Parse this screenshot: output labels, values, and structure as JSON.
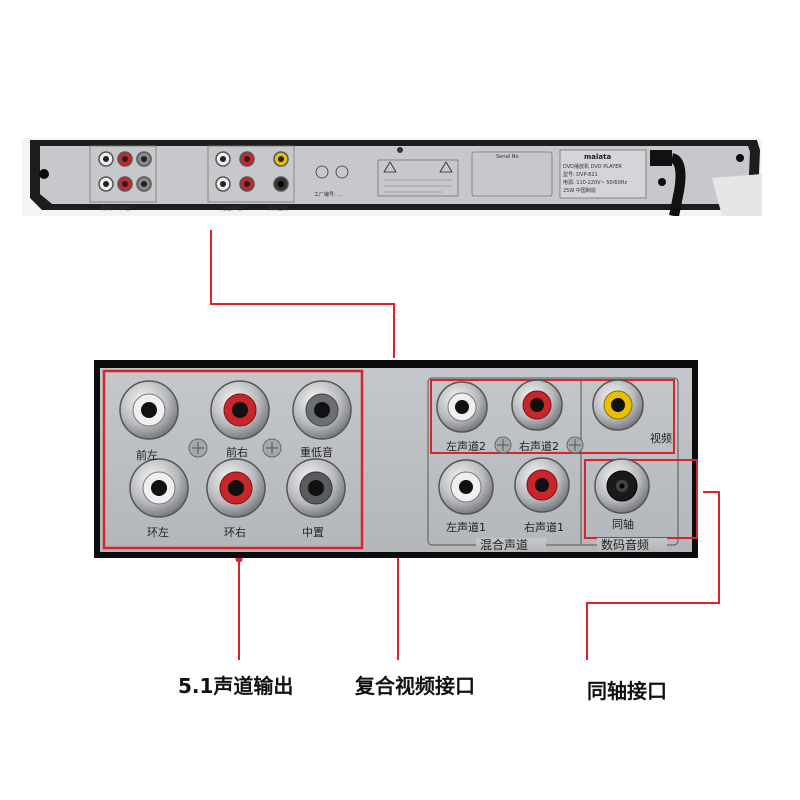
{
  "top_panel": {
    "serial_label": "Serial No",
    "brand": "malata",
    "product_line1": "DVD播放机 DVD PLAYER",
    "product_line2": "型号: DVP-821",
    "product_line3": "电源: 110-220V~ 50/60Hz",
    "product_line4": "25W 中国制造",
    "group_51": "数码5.1声道",
    "group_mix": "混合声道",
    "group_digital": "数码音频",
    "factory_no": "工厂编号: ...",
    "colors": {
      "red_jack": "#c8262a",
      "yellow_jack": "#e8c000",
      "panel": "#c9cbce",
      "callout_line": "#d6262c"
    }
  },
  "closeup": {
    "group_51": {
      "jacks": [
        {
          "label": "前左",
          "color": "white"
        },
        {
          "label": "前右",
          "color": "red"
        },
        {
          "label": "重低音",
          "color": "gray"
        },
        {
          "label": "环左",
          "color": "white"
        },
        {
          "label": "环右",
          "color": "red"
        },
        {
          "label": "中置",
          "color": "gray"
        }
      ]
    },
    "group_mix": {
      "title": "混合声道",
      "jacks": [
        {
          "label": "左声道2",
          "color": "white"
        },
        {
          "label": "右声道2",
          "color": "red"
        },
        {
          "label": "左声道1",
          "color": "white"
        },
        {
          "label": "右声道1",
          "color": "red"
        }
      ]
    },
    "video": {
      "label": "视频",
      "color": "yellow"
    },
    "coax": {
      "label": "同轴",
      "color": "black"
    },
    "group_digital": {
      "title": "数码音频"
    }
  },
  "captions": {
    "output_51": "5.1声道输出",
    "composite_video": "复合视频接口",
    "coaxial": "同轴接口"
  }
}
